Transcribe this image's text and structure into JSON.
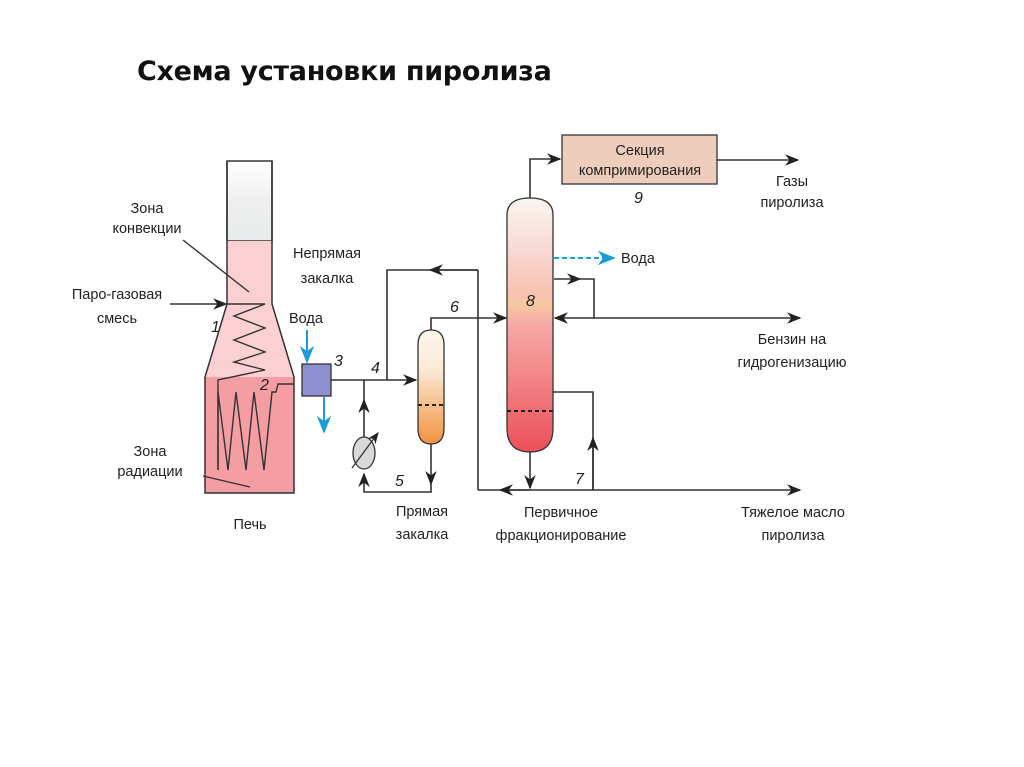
{
  "title": "Схема установки пиролиза",
  "labels": {
    "convection_zone": [
      "Зона",
      "конвекции"
    ],
    "feed": [
      "Паро-газовая",
      "смесь"
    ],
    "radiation_zone": [
      "Зона",
      "радиации"
    ],
    "furnace": "Печь",
    "indirect_quench": [
      "Непрямая",
      "закалка"
    ],
    "water_in": "Вода",
    "direct_quench": [
      "Прямая",
      "закалка"
    ],
    "primary_fractionation": [
      "Первичное",
      "фракционирование"
    ],
    "compression_section": [
      "Секция",
      "компримирования"
    ],
    "pyrolysis_gases": [
      "Газы",
      "пиролиза"
    ],
    "water_out": "Вода",
    "gasoline": [
      "Бензин на",
      "гидрогенизацию"
    ],
    "heavy_oil": [
      "Тяжелое масло",
      "пиролиза"
    ]
  },
  "numbers": {
    "n1": "1",
    "n2": "2",
    "n3": "3",
    "n4": "4",
    "n5": "5",
    "n6": "6",
    "n7": "7",
    "n8": "8",
    "n9": "9"
  },
  "colors": {
    "furnace_pink": "#f6a3a8",
    "furnace_light_pink": "#fbd0d2",
    "quench_box": "#8d8fd0",
    "water_blue": "#1f9bd7",
    "compressor_box": "#efcdbd",
    "quench_orange": "#f59a4e",
    "column_red": "#ef5a62"
  }
}
